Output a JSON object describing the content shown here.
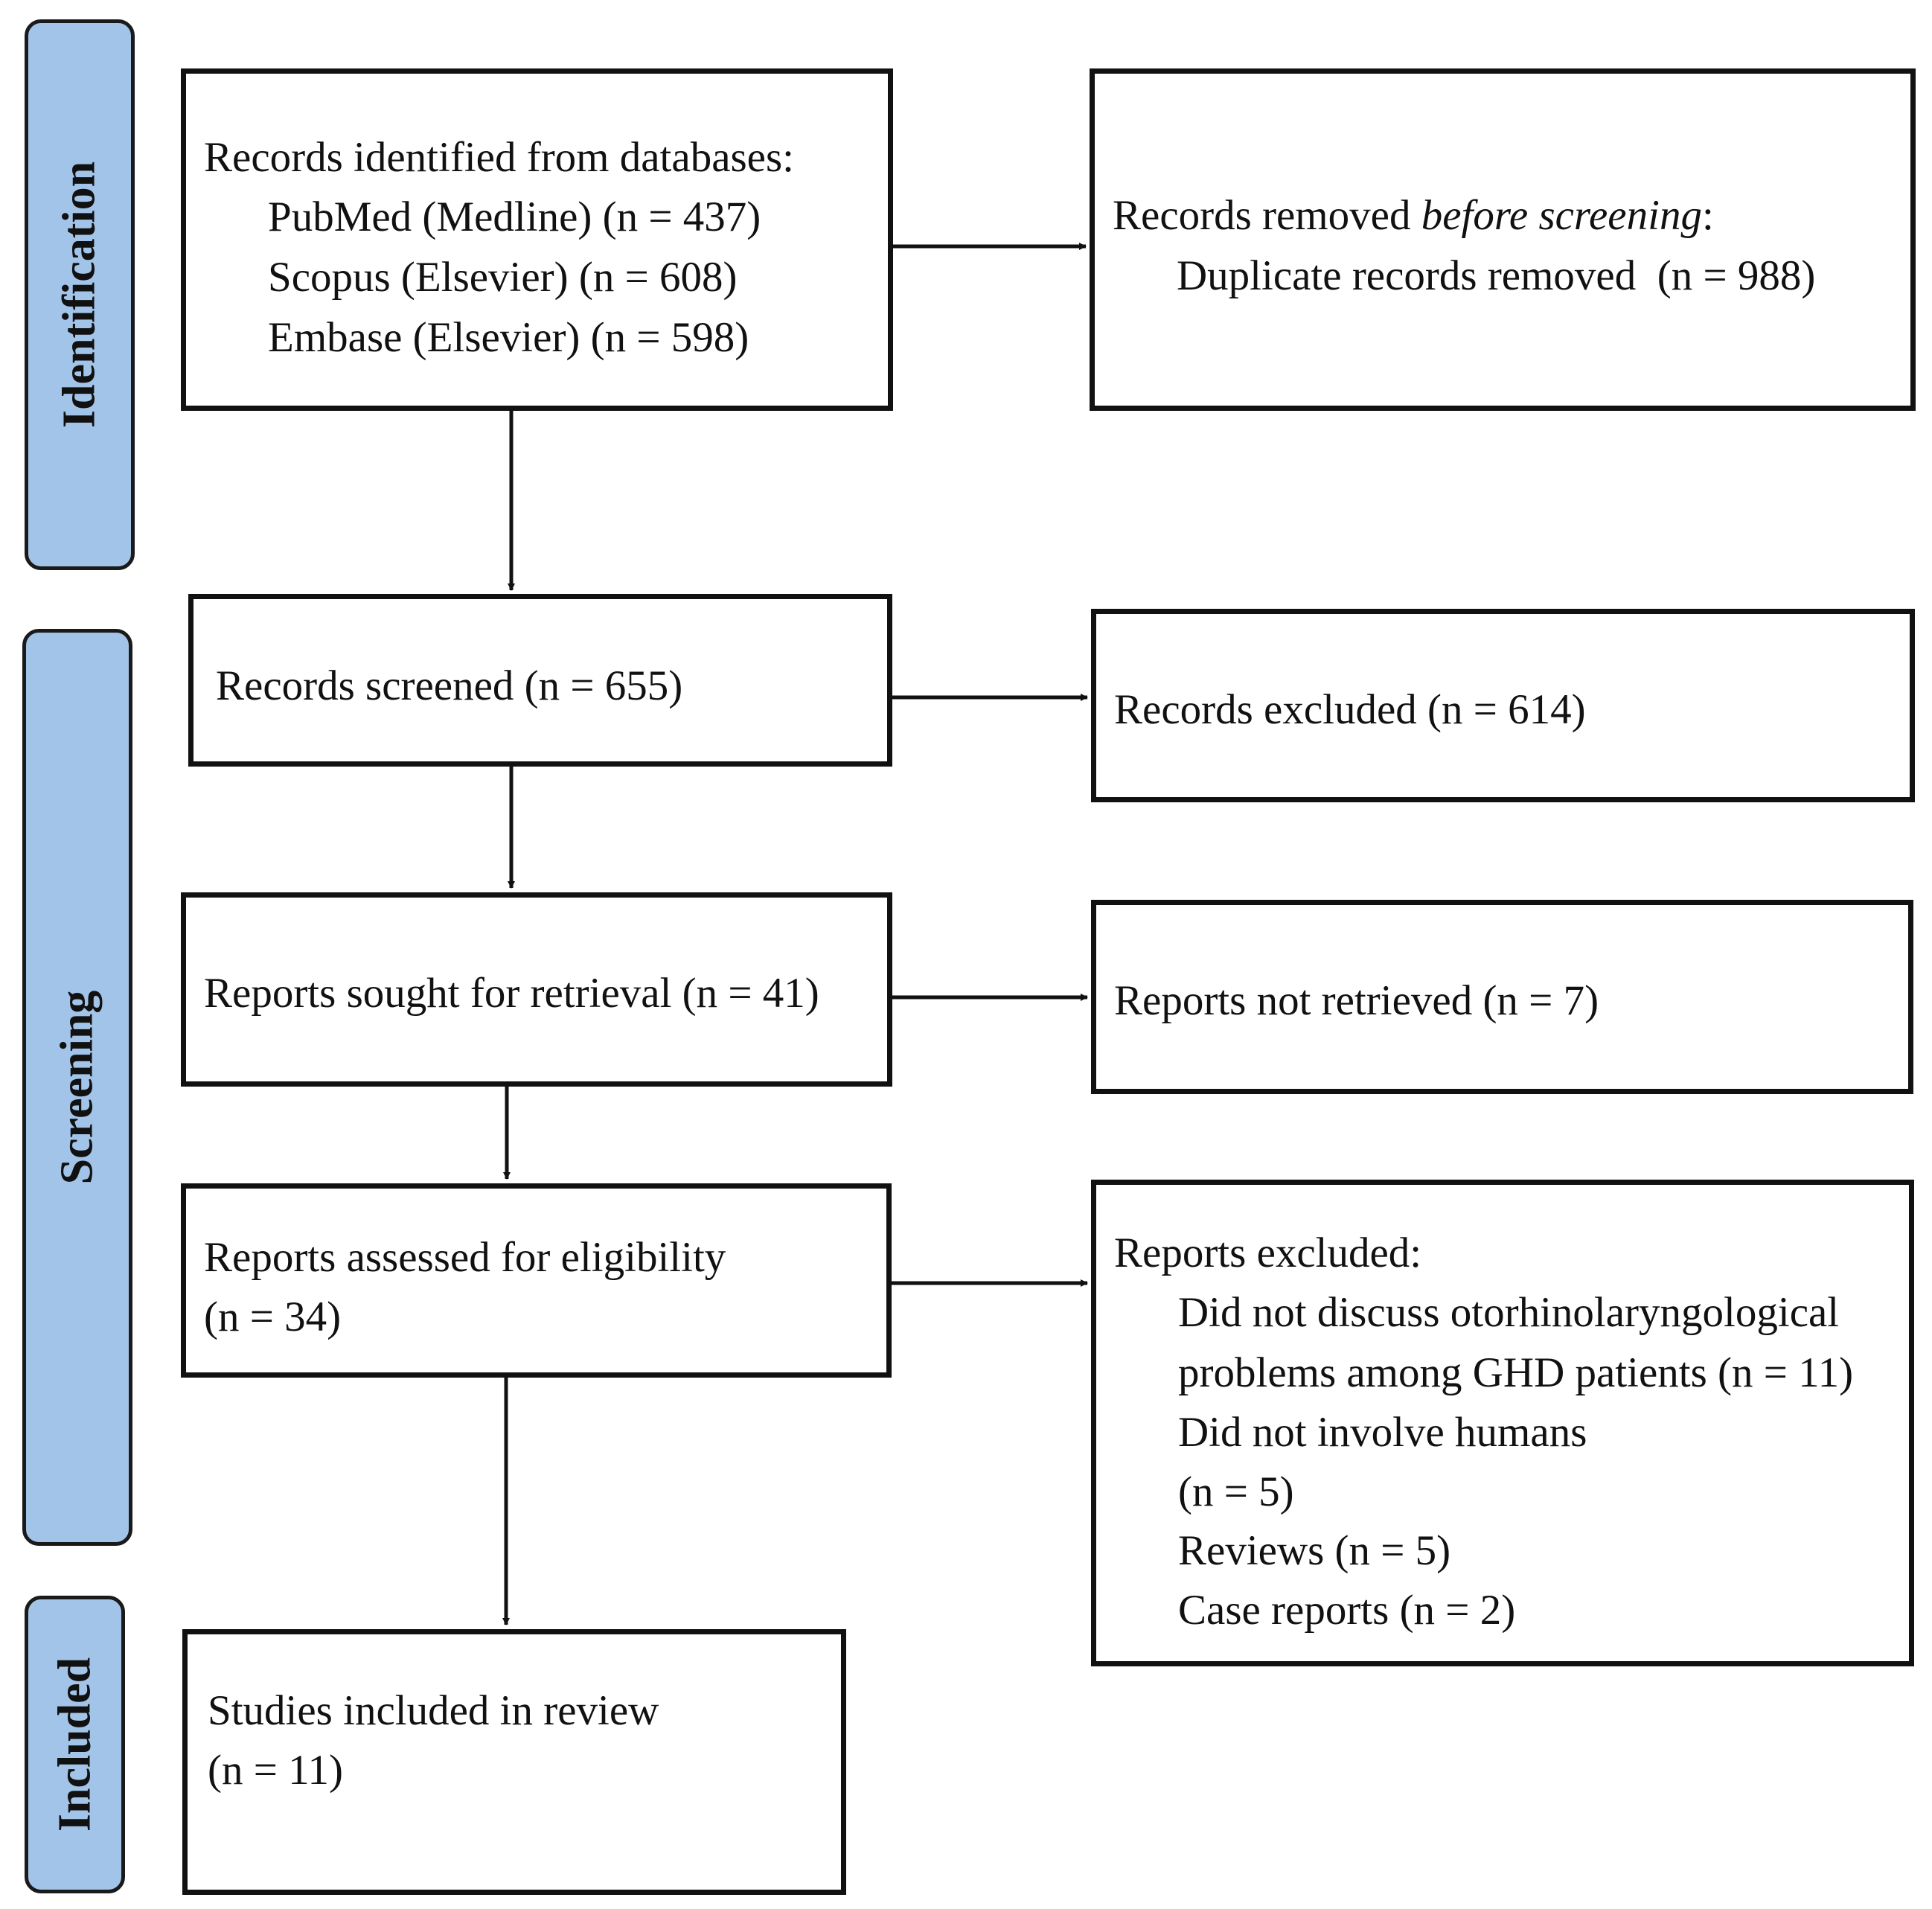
{
  "phases": {
    "identification": "Identification",
    "screening": "Screening",
    "included": "Included"
  },
  "identified": {
    "heading": "Records identified from databases:",
    "sources": [
      "PubMed (Medline) (n = 437)",
      "Scopus (Elsevier) (n = 608)",
      "Embase (Elsevier) (n = 598)"
    ]
  },
  "removed": {
    "heading_prefix": "Records removed ",
    "heading_italic": "before screening",
    "heading_suffix": ":",
    "duplicates": "Duplicate records removed  (n = 988)"
  },
  "screened": {
    "text": "Records screened (n = 655)"
  },
  "excluded_records": {
    "text": "Records excluded (n = 614)"
  },
  "sought": {
    "text": "Reports sought for retrieval (n = 41)"
  },
  "not_retrieved": {
    "text": "Reports not retrieved (n = 7)"
  },
  "assessed": {
    "line1": "Reports assessed for eligibility",
    "line2": "(n = 34)"
  },
  "reports_excluded": {
    "heading": "Reports excluded:",
    "lines": [
      "Did not discuss otorhinolaryngological",
      "problems among GHD patients (n = 11)",
      "Did not involve humans",
      "(n = 5)",
      "Reviews (n = 5)",
      "Case reports (n = 2)"
    ]
  },
  "included": {
    "line1": "Studies included in review",
    "line2": "(n = 11)"
  }
}
